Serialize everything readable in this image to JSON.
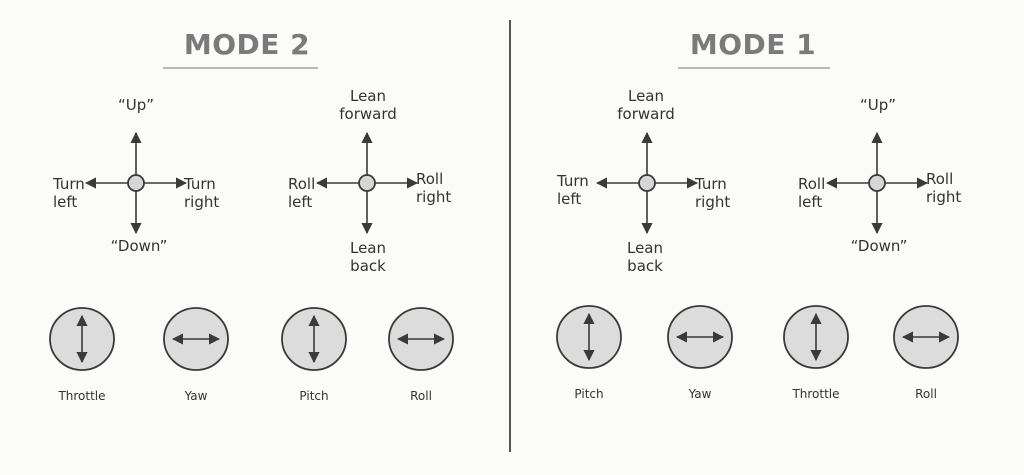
{
  "colors": {
    "ink": "#3a3a3a",
    "title": "#7a7a7a",
    "stick_fill": "#dcdcdc",
    "center_fill": "#d6d6d6"
  },
  "panels": [
    {
      "title": "MODE 2",
      "crosses": [
        {
          "up": "“Up”",
          "down": "“Down”",
          "left": "Turn\nleft",
          "right": "Turn\nright"
        },
        {
          "up": "Lean\nforward",
          "down": "Lean\nback",
          "left": "Roll\nleft",
          "right": "Roll\nright"
        }
      ],
      "sticks": [
        {
          "label": "Throttle",
          "direction": "vertical-arrow-icon"
        },
        {
          "label": "Yaw",
          "direction": "horizontal-arrow-icon"
        },
        {
          "label": "Pitch",
          "direction": "vertical-arrow-icon"
        },
        {
          "label": "Roll",
          "direction": "horizontal-arrow-icon"
        }
      ]
    },
    {
      "title": "MODE 1",
      "crosses": [
        {
          "up": "Lean\nforward",
          "down": "Lean\nback",
          "left": "Turn\nleft",
          "right": "Turn\nright"
        },
        {
          "up": "“Up”",
          "down": "“Down”",
          "left": "Roll\nleft",
          "right": "Roll\nright"
        }
      ],
      "sticks": [
        {
          "label": "Pitch",
          "direction": "vertical-arrow-icon"
        },
        {
          "label": "Yaw",
          "direction": "horizontal-arrow-icon"
        },
        {
          "label": "Throttle",
          "direction": "vertical-arrow-icon"
        },
        {
          "label": "Roll",
          "direction": "horizontal-arrow-icon"
        }
      ]
    }
  ]
}
